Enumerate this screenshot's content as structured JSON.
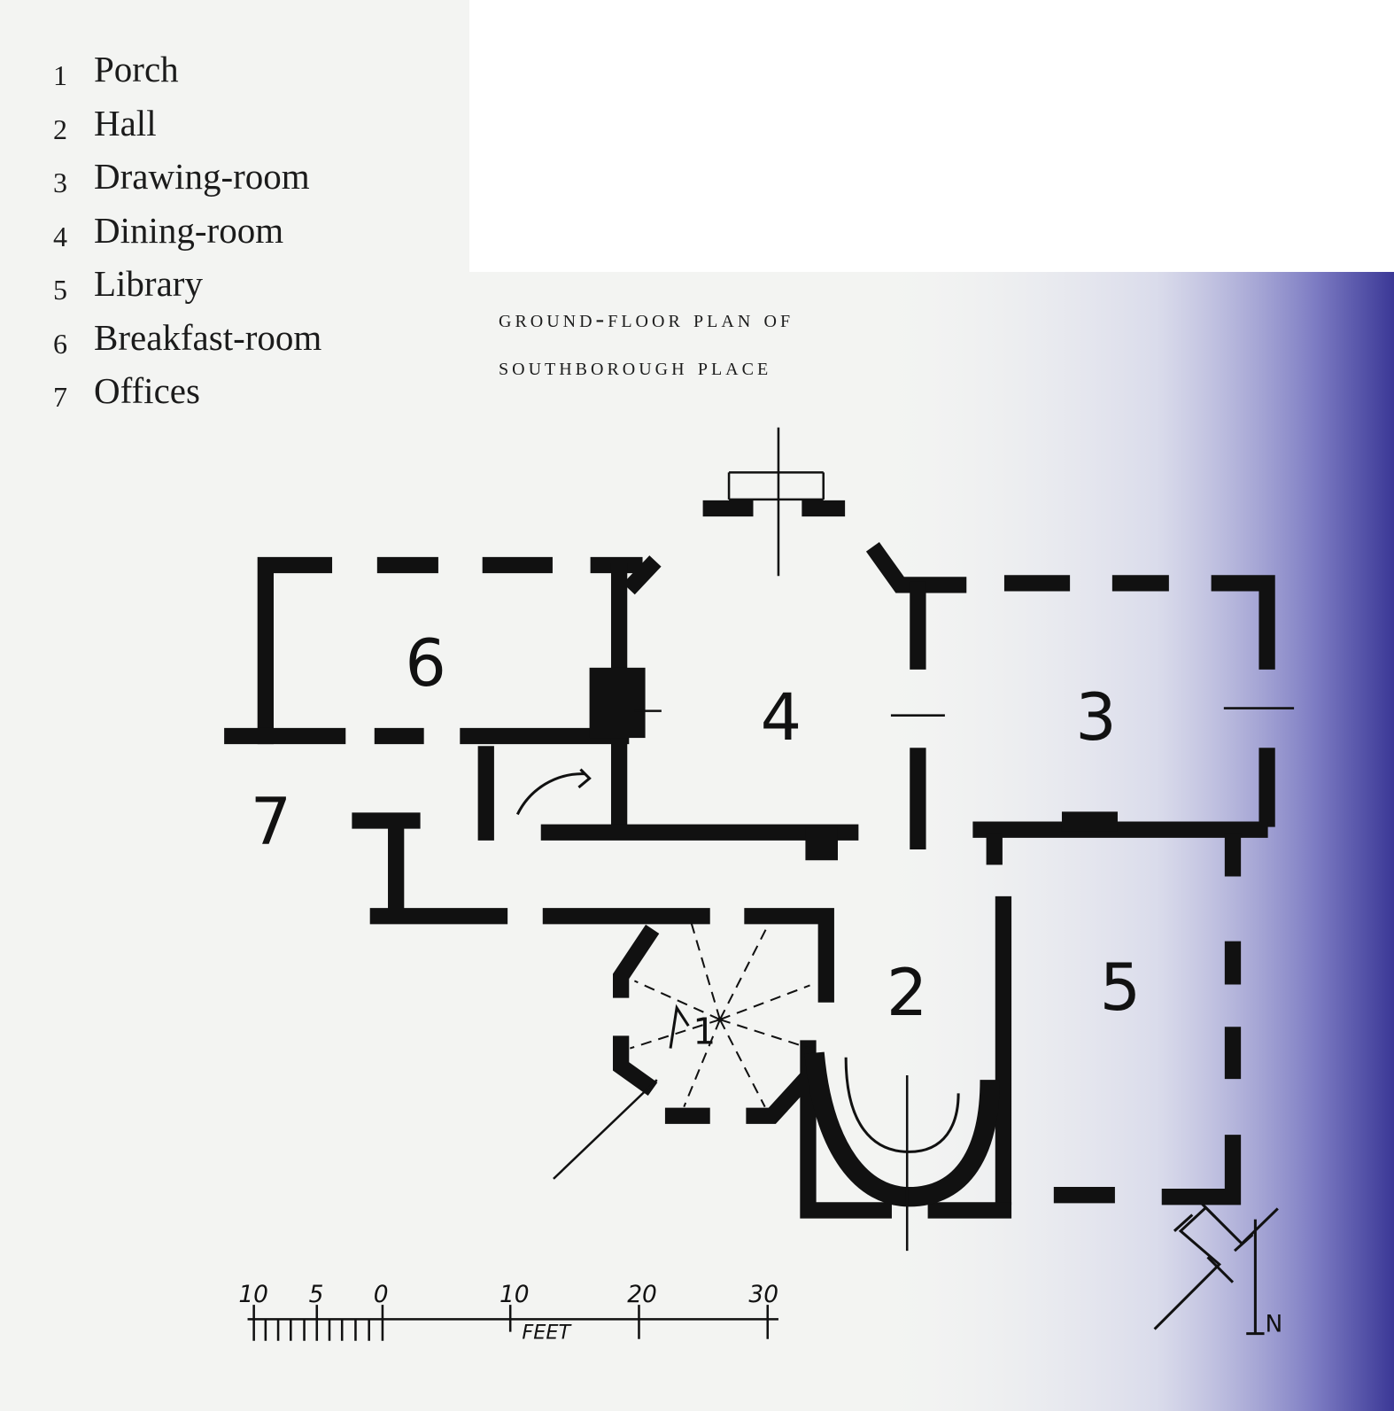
{
  "legend": [
    {
      "num": "1",
      "label": "Porch"
    },
    {
      "num": "2",
      "label": "Hall"
    },
    {
      "num": "3",
      "label": "Drawing-room"
    },
    {
      "num": "4",
      "label": "Dining-room"
    },
    {
      "num": "5",
      "label": "Library"
    },
    {
      "num": "6",
      "label": "Breakfast-room"
    },
    {
      "num": "7",
      "label": "Offices"
    }
  ],
  "title": {
    "line1": "Ground-floor plan of",
    "line2": "Southborough Place"
  },
  "rooms": {
    "r1": "1",
    "r2": "2",
    "r3": "3",
    "r4": "4",
    "r5": "5",
    "r6": "6",
    "r7": "7"
  },
  "scale": {
    "labels": [
      "10",
      "5",
      "0",
      "10",
      "20",
      "30"
    ],
    "unit": "FEET"
  },
  "north": "N",
  "colors": {
    "ink": "#111111",
    "paper": "#f3f4f2",
    "tint": "#3b3896"
  }
}
